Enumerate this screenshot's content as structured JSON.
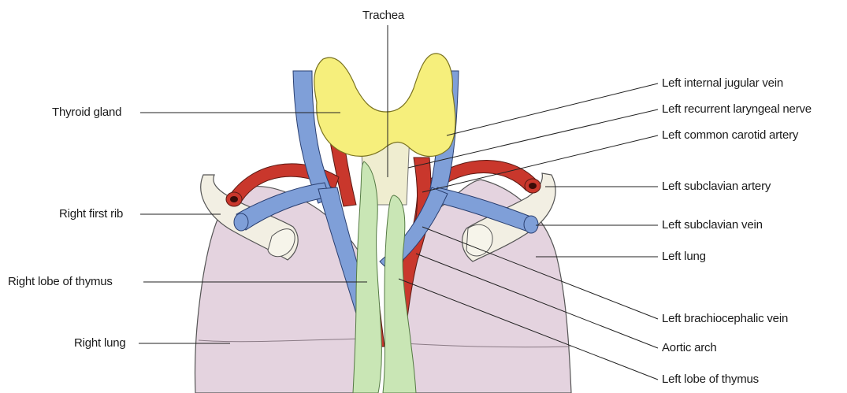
{
  "labels": {
    "trachea": "Trachea",
    "thyroid_gland": "Thyroid gland",
    "right_first_rib": "Right first rib",
    "right_lobe_of_thymus": "Right lobe of thymus",
    "right_lung": "Right lung",
    "left_internal_jugular_vein": "Left internal jugular vein",
    "left_recurrent_laryngeal_nerve": "Left recurrent laryngeal nerve",
    "left_common_carotid_artery": "Left common carotid artery",
    "left_subclavian_artery": "Left subclavian artery",
    "left_subclavian_vein": "Left subclavian vein",
    "left_lung": "Left lung",
    "left_brachiocephalic_vein": "Left brachiocephalic vein",
    "aortic_arch": "Aortic arch",
    "left_lobe_of_thymus": "Left lobe of thymus"
  },
  "colors": {
    "lung": "#e4d3df",
    "vein": "#7f9fd8",
    "artery": "#c9372c",
    "thyroid": "#f6ef7c",
    "thymus": "#c9e6b5",
    "trachea": "#efedd0",
    "rib": "#f2efe3"
  }
}
